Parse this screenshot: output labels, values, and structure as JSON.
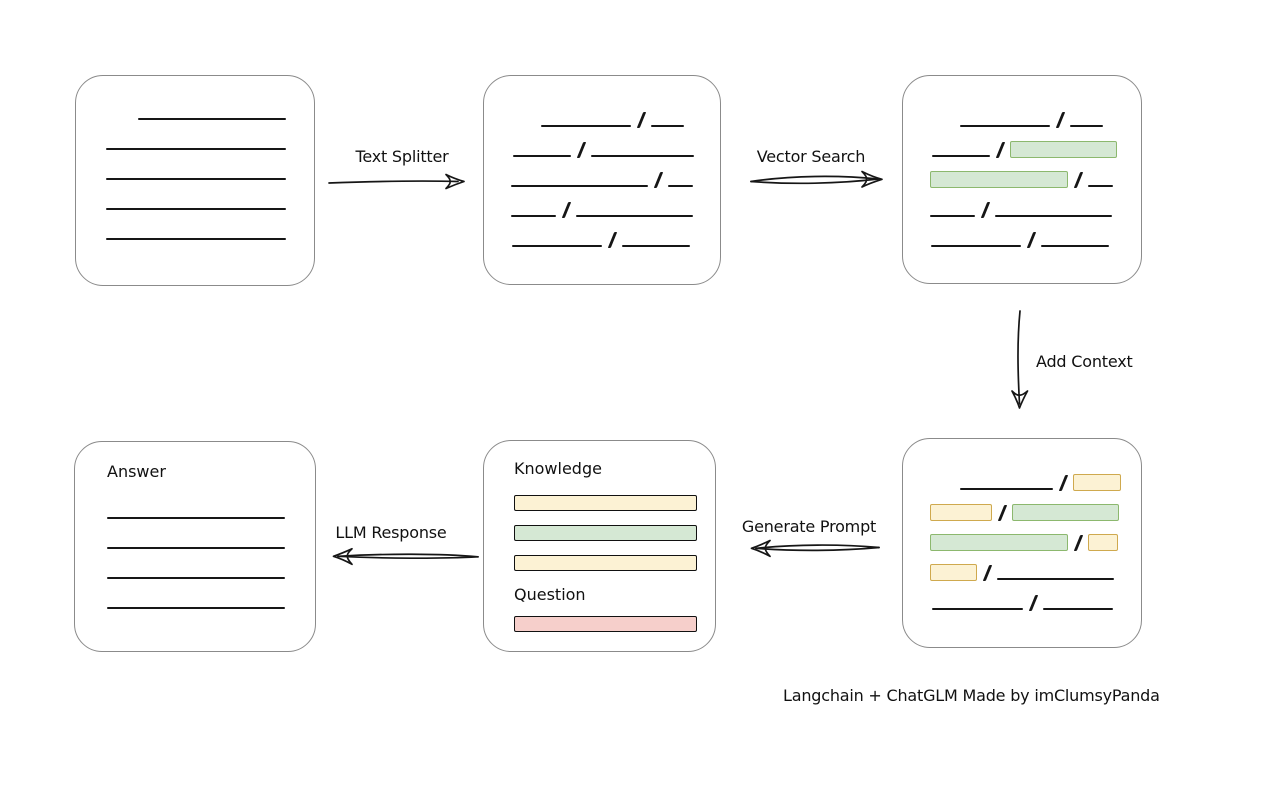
{
  "colors": {
    "green_fill": "#d5e8d4",
    "green_border": "#8cb86e",
    "yellow_fill": "#fcf2d4",
    "yellow_border": "#cfa94e",
    "red_fill": "#f6cfcb",
    "red_border": "#c05f58",
    "box_border": "#8b8b8b",
    "line": "#161616"
  },
  "arrows": {
    "text_splitter": {
      "label": "Text Splitter"
    },
    "vector_search": {
      "label": "Vector Search"
    },
    "add_context": {
      "label": "Add Context"
    },
    "generate_prompt": {
      "label": "Generate Prompt"
    },
    "llm_response": {
      "label": "LLM Response"
    }
  },
  "caption": {
    "text": "Langchain + ChatGLM Made by imClumsyPanda"
  },
  "boxes": {
    "source_document": {
      "rows": [
        {
          "indent": 32,
          "segments": [
            {
              "t": "line",
              "w": 148
            }
          ]
        },
        {
          "indent": 0,
          "segments": [
            {
              "t": "line",
              "w": 180
            }
          ]
        },
        {
          "indent": 0,
          "segments": [
            {
              "t": "line",
              "w": 180
            }
          ]
        },
        {
          "indent": 0,
          "segments": [
            {
              "t": "line",
              "w": 180
            }
          ]
        },
        {
          "indent": 0,
          "segments": [
            {
              "t": "line",
              "w": 180
            }
          ]
        }
      ]
    },
    "split_chunks": {
      "rows": [
        {
          "indent": 30,
          "segments": [
            {
              "t": "line",
              "w": 90
            },
            {
              "t": "slash"
            },
            {
              "t": "line",
              "w": 33
            }
          ]
        },
        {
          "indent": 2,
          "segments": [
            {
              "t": "line",
              "w": 58
            },
            {
              "t": "slash"
            },
            {
              "t": "line",
              "w": 103
            }
          ]
        },
        {
          "indent": 0,
          "segments": [
            {
              "t": "line",
              "w": 137
            },
            {
              "t": "slash"
            },
            {
              "t": "line",
              "w": 25
            }
          ]
        },
        {
          "indent": 0,
          "segments": [
            {
              "t": "line",
              "w": 45
            },
            {
              "t": "slash"
            },
            {
              "t": "line",
              "w": 117
            }
          ]
        },
        {
          "indent": 1,
          "segments": [
            {
              "t": "line",
              "w": 90
            },
            {
              "t": "slash"
            },
            {
              "t": "line",
              "w": 68
            }
          ]
        }
      ]
    },
    "matched_chunks": {
      "rows": [
        {
          "indent": 30,
          "segments": [
            {
              "t": "line",
              "w": 90
            },
            {
              "t": "slash"
            },
            {
              "t": "line",
              "w": 33
            }
          ]
        },
        {
          "indent": 2,
          "segments": [
            {
              "t": "line",
              "w": 58
            },
            {
              "t": "slash"
            },
            {
              "t": "chunk",
              "c": "green",
              "w": 107
            }
          ]
        },
        {
          "indent": 0,
          "segments": [
            {
              "t": "chunk",
              "c": "green",
              "w": 138
            },
            {
              "t": "slash"
            },
            {
              "t": "line",
              "w": 25
            }
          ]
        },
        {
          "indent": 0,
          "segments": [
            {
              "t": "line",
              "w": 45
            },
            {
              "t": "slash"
            },
            {
              "t": "line",
              "w": 117
            }
          ]
        },
        {
          "indent": 1,
          "segments": [
            {
              "t": "line",
              "w": 90
            },
            {
              "t": "slash"
            },
            {
              "t": "line",
              "w": 68
            }
          ]
        }
      ]
    },
    "context_chunks": {
      "rows": [
        {
          "indent": 30,
          "segments": [
            {
              "t": "line",
              "w": 93
            },
            {
              "t": "slash"
            },
            {
              "t": "chunk",
              "c": "yellow",
              "w": 48
            }
          ]
        },
        {
          "indent": 0,
          "segments": [
            {
              "t": "chunk",
              "c": "yellow",
              "w": 62
            },
            {
              "t": "slash"
            },
            {
              "t": "chunk",
              "c": "green",
              "w": 107
            }
          ]
        },
        {
          "indent": 0,
          "segments": [
            {
              "t": "chunk",
              "c": "green",
              "w": 138
            },
            {
              "t": "slash"
            },
            {
              "t": "chunk",
              "c": "yellow",
              "w": 30
            }
          ]
        },
        {
          "indent": 0,
          "segments": [
            {
              "t": "chunk",
              "c": "yellow",
              "w": 47
            },
            {
              "t": "slash"
            },
            {
              "t": "line",
              "w": 117
            }
          ]
        },
        {
          "indent": 2,
          "segments": [
            {
              "t": "line",
              "w": 91
            },
            {
              "t": "slash"
            },
            {
              "t": "line",
              "w": 70
            }
          ]
        }
      ]
    },
    "prompt": {
      "knowledge_label": "Knowledge",
      "knowledge_bars": [
        "yellow",
        "green",
        "yellow"
      ],
      "question_label": "Question",
      "question_bars": [
        "red"
      ]
    },
    "answer": {
      "label": "Answer",
      "rows": [
        {
          "indent": 0,
          "segments": [
            {
              "t": "line",
              "w": 178
            }
          ]
        },
        {
          "indent": 0,
          "segments": [
            {
              "t": "line",
              "w": 178
            }
          ]
        },
        {
          "indent": 0,
          "segments": [
            {
              "t": "line",
              "w": 178
            }
          ]
        },
        {
          "indent": 0,
          "segments": [
            {
              "t": "line",
              "w": 178
            }
          ]
        }
      ]
    }
  }
}
